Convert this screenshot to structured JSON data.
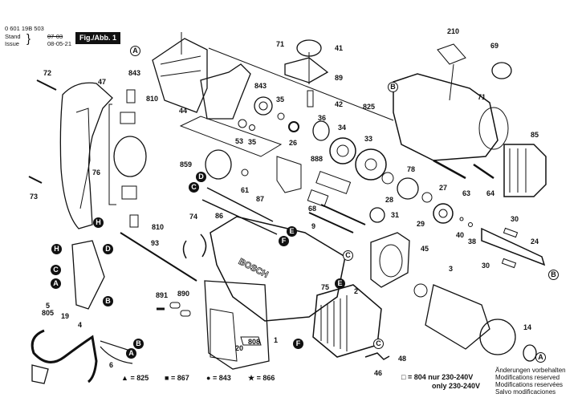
{
  "header": {
    "part_number": "0 601 19B 503",
    "stand_label": "Stand",
    "issue_label": "Issue",
    "stand_value": "07-03",
    "issue_value": "08-05-21",
    "figure_label": "Fig./Abb. 1"
  },
  "brand_on_housing": "BOSCH",
  "part_labels": [
    {
      "id": "72",
      "text": "72"
    },
    {
      "id": "47",
      "text": "47"
    },
    {
      "id": "73",
      "text": "73"
    },
    {
      "id": "76",
      "text": "76"
    },
    {
      "id": "810a",
      "text": "810"
    },
    {
      "id": "810b",
      "text": "810"
    },
    {
      "id": "843a",
      "text": "843"
    },
    {
      "id": "843b",
      "text": "843"
    },
    {
      "id": "44",
      "text": "44"
    },
    {
      "id": "71a",
      "text": "71"
    },
    {
      "id": "71b",
      "text": "71"
    },
    {
      "id": "41",
      "text": "41"
    },
    {
      "id": "89",
      "text": "89"
    },
    {
      "id": "42",
      "text": "42"
    },
    {
      "id": "35a",
      "text": "35"
    },
    {
      "id": "35b",
      "text": "35"
    },
    {
      "id": "53",
      "text": "53"
    },
    {
      "id": "36",
      "text": "36"
    },
    {
      "id": "26",
      "text": "26"
    },
    {
      "id": "34",
      "text": "34"
    },
    {
      "id": "33",
      "text": "33"
    },
    {
      "id": "859",
      "text": "859"
    },
    {
      "id": "61",
      "text": "61"
    },
    {
      "id": "888",
      "text": "888"
    },
    {
      "id": "78",
      "text": "78"
    },
    {
      "id": "27",
      "text": "27"
    },
    {
      "id": "28",
      "text": "28"
    },
    {
      "id": "29",
      "text": "29"
    },
    {
      "id": "31",
      "text": "31"
    },
    {
      "id": "68",
      "text": "68"
    },
    {
      "id": "87",
      "text": "87"
    },
    {
      "id": "86",
      "text": "86"
    },
    {
      "id": "74",
      "text": "74"
    },
    {
      "id": "93",
      "text": "93"
    },
    {
      "id": "9",
      "text": "9"
    },
    {
      "id": "210",
      "text": "210"
    },
    {
      "id": "69",
      "text": "69"
    },
    {
      "id": "825",
      "text": "825"
    },
    {
      "id": "85",
      "text": "85"
    },
    {
      "id": "63",
      "text": "63"
    },
    {
      "id": "64",
      "text": "64"
    },
    {
      "id": "40",
      "text": "40"
    },
    {
      "id": "38",
      "text": "38"
    },
    {
      "id": "30a",
      "text": "30"
    },
    {
      "id": "30b",
      "text": "30"
    },
    {
      "id": "24",
      "text": "24"
    },
    {
      "id": "45",
      "text": "45"
    },
    {
      "id": "3",
      "text": "3"
    },
    {
      "id": "75",
      "text": "75"
    },
    {
      "id": "2",
      "text": "2"
    },
    {
      "id": "48",
      "text": "48"
    },
    {
      "id": "46",
      "text": "46"
    },
    {
      "id": "14",
      "text": "14"
    },
    {
      "id": "891",
      "text": "891"
    },
    {
      "id": "890",
      "text": "890"
    },
    {
      "id": "20",
      "text": "20"
    },
    {
      "id": "808",
      "text": "808"
    },
    {
      "id": "1",
      "text": "1"
    },
    {
      "id": "5",
      "text": "5"
    },
    {
      "id": "805",
      "text": "805"
    },
    {
      "id": "19",
      "text": "19"
    },
    {
      "id": "4",
      "text": "4"
    },
    {
      "id": "6",
      "text": "6"
    }
  ],
  "connector_markers": [
    {
      "id": "A1",
      "text": "A",
      "style": "outline"
    },
    {
      "id": "A2",
      "text": "A",
      "style": "filled"
    },
    {
      "id": "A3",
      "text": "A",
      "style": "filled"
    },
    {
      "id": "A4",
      "text": "A",
      "style": "outline"
    },
    {
      "id": "B1",
      "text": "B",
      "style": "outline"
    },
    {
      "id": "B2",
      "text": "B",
      "style": "outline"
    },
    {
      "id": "B3",
      "text": "B",
      "style": "filled"
    },
    {
      "id": "B4",
      "text": "B",
      "style": "filled"
    },
    {
      "id": "C1",
      "text": "C",
      "style": "filled"
    },
    {
      "id": "C2",
      "text": "C",
      "style": "filled"
    },
    {
      "id": "C3",
      "text": "C",
      "style": "outline"
    },
    {
      "id": "C4",
      "text": "C",
      "style": "outline"
    },
    {
      "id": "D1",
      "text": "D",
      "style": "filled"
    },
    {
      "id": "D2",
      "text": "D",
      "style": "filled"
    },
    {
      "id": "E1",
      "text": "E",
      "style": "filled"
    },
    {
      "id": "E2",
      "text": "E",
      "style": "filled"
    },
    {
      "id": "F1",
      "text": "F",
      "style": "filled"
    },
    {
      "id": "F2",
      "text": "F",
      "style": "filled"
    },
    {
      "id": "H1",
      "text": "H",
      "style": "filled"
    },
    {
      "id": "H2",
      "text": "H",
      "style": "filled"
    }
  ],
  "legend": [
    {
      "symbol": "▲",
      "text": "= 825"
    },
    {
      "symbol": "■",
      "text": "= 867"
    },
    {
      "symbol": "●",
      "text": "= 843"
    },
    {
      "symbol": "★",
      "text": "= 866"
    }
  ],
  "voltage_note": {
    "symbol": "□",
    "line1": "= 804 nur 230-240V",
    "line2": "only 230-240V"
  },
  "modifications_note": [
    "Änderungen vorbehalten",
    "Modifications reserved",
    "Modifications reservées",
    "Salvo modificaciones"
  ]
}
